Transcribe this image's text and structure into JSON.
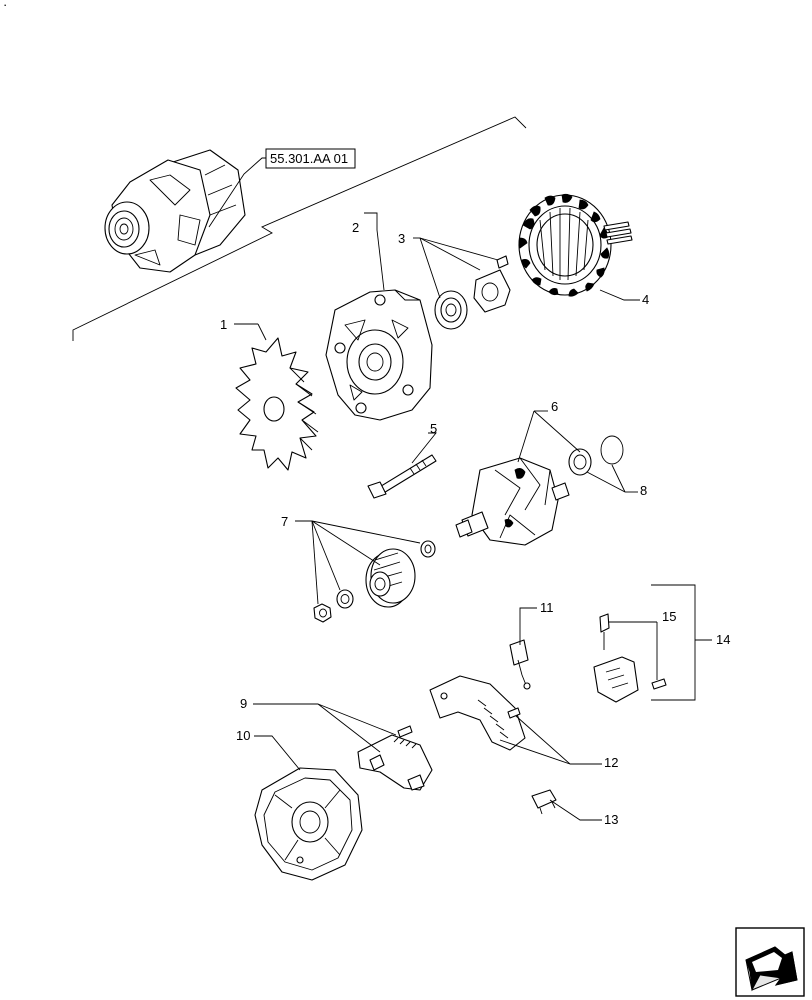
{
  "reference": {
    "label": "55.301.AA 01"
  },
  "callouts": [
    {
      "id": "1",
      "label": "1"
    },
    {
      "id": "2",
      "label": "2"
    },
    {
      "id": "3",
      "label": "3"
    },
    {
      "id": "4",
      "label": "4"
    },
    {
      "id": "5",
      "label": "5"
    },
    {
      "id": "6",
      "label": "6"
    },
    {
      "id": "7",
      "label": "7"
    },
    {
      "id": "8",
      "label": "8"
    },
    {
      "id": "9",
      "label": "9"
    },
    {
      "id": "10",
      "label": "10"
    },
    {
      "id": "11",
      "label": "11"
    },
    {
      "id": "12",
      "label": "12"
    },
    {
      "id": "13",
      "label": "13"
    },
    {
      "id": "14",
      "label": "14"
    },
    {
      "id": "15",
      "label": "15"
    }
  ],
  "corner_mark": {
    "label": "·"
  },
  "nav_icon": "next-page-arrow-icon"
}
